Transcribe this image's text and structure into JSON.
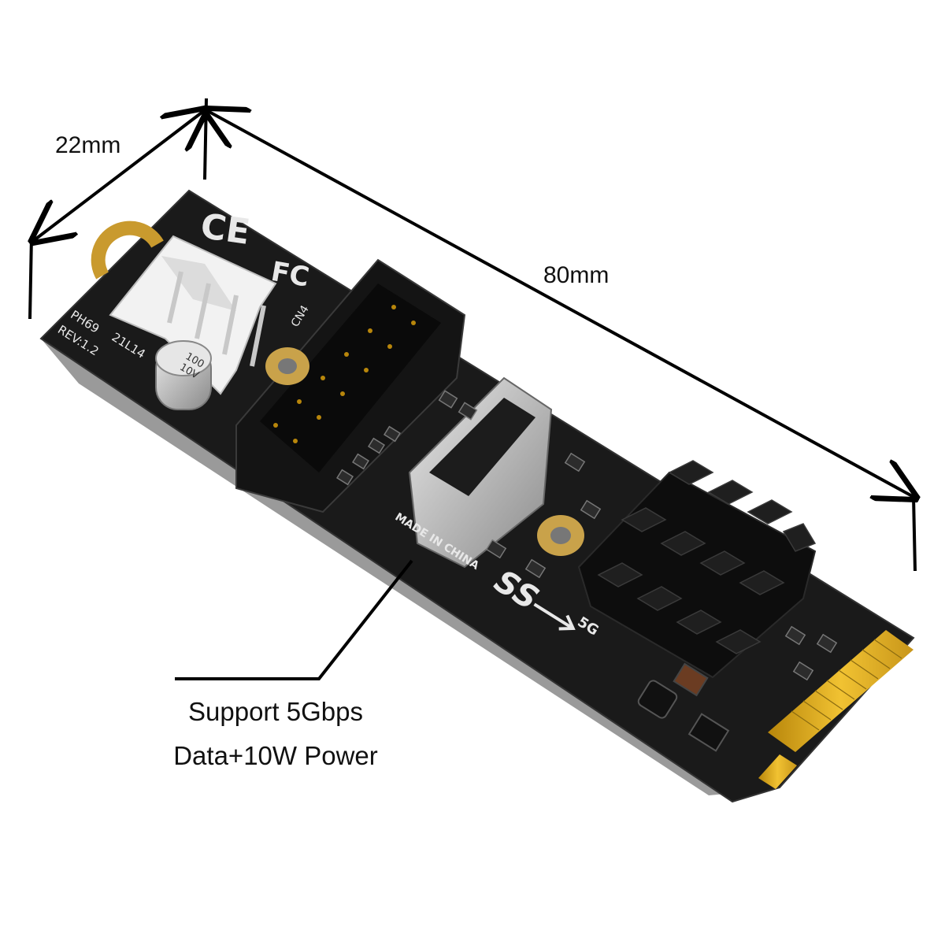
{
  "dimensions": {
    "width_label": "22mm",
    "length_label": "80mm"
  },
  "callout": {
    "line1": "Support 5Gbps",
    "line2": "Data+10W Power"
  },
  "board_marking": {
    "model": "PH69",
    "date_code": "21L14",
    "revision": "REV:1.2",
    "connector_label": "CN4",
    "origin": "MADE IN CHINA",
    "speed_mark": "5G",
    "capacitor_value": "100",
    "capacitor_voltage": "10V",
    "cert_ce": "CE",
    "cert_fc": "FC"
  },
  "colors": {
    "pcb": "#1a1a1a",
    "gold_fingers": "#d9a520",
    "header_white": "#f2f2f2",
    "silkscreen": "#e8e8e8",
    "dimension_line": "#000000"
  }
}
